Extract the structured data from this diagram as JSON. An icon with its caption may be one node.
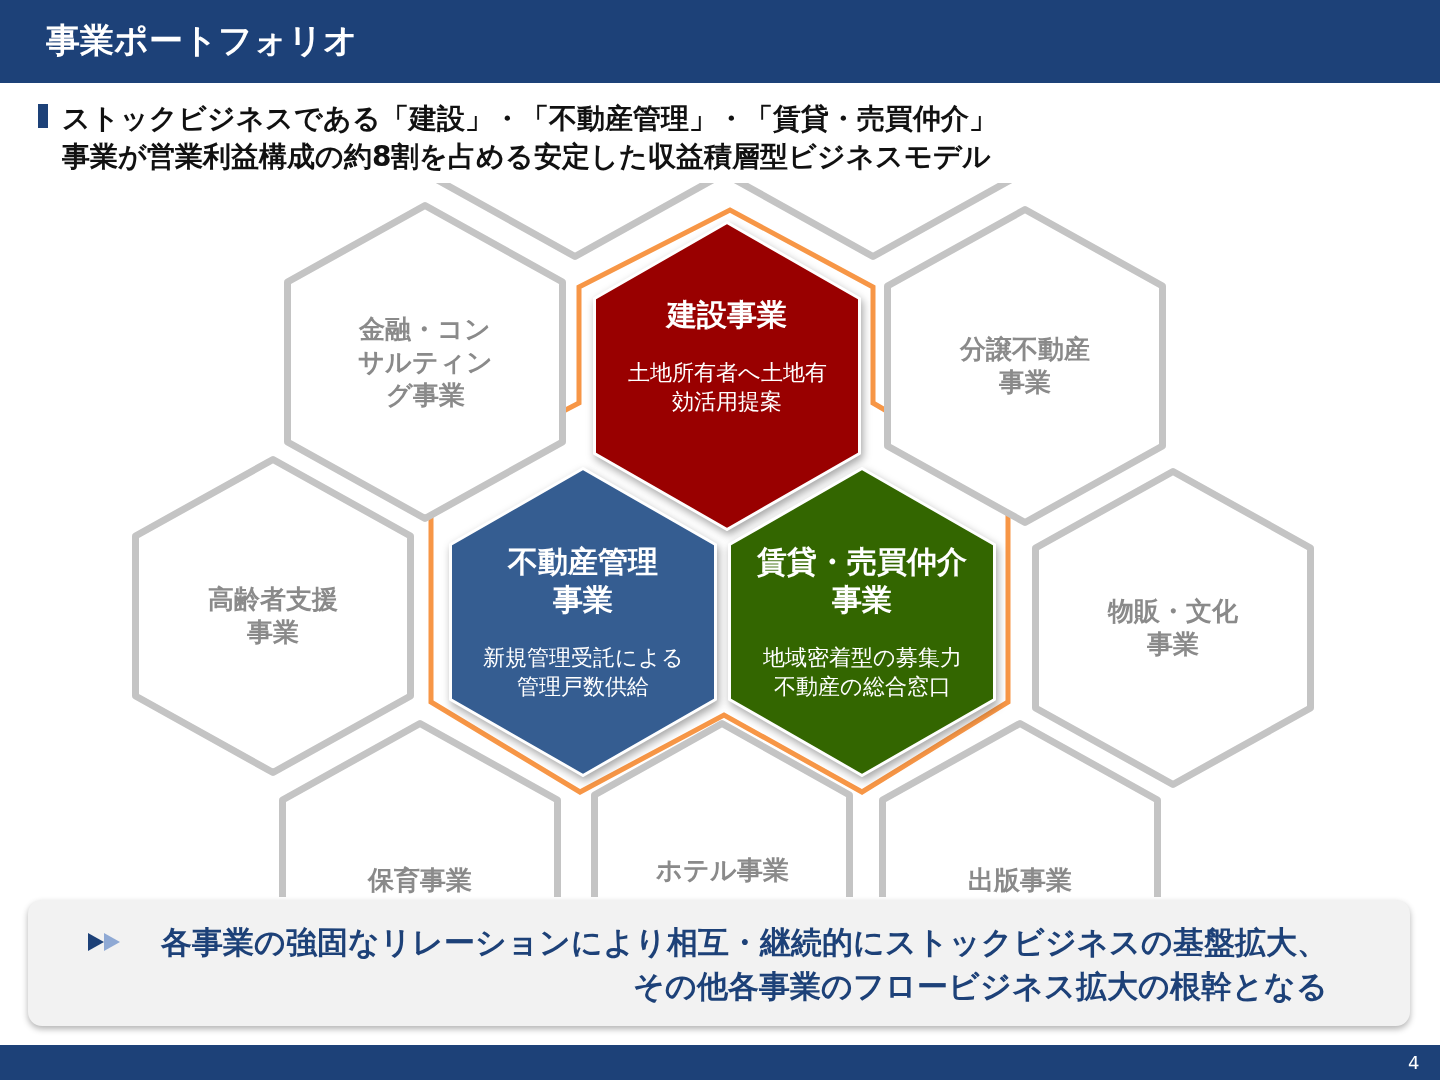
{
  "diagram": {
    "title": "事業ポートフォリオ",
    "nodes": [
      {
        "text": [],
        "shape": "hexagon"
      },
      {
        "text": [],
        "shape": "hexagon"
      },
      {
        "text": [
          "金融・コンサルティング事業"
        ]
      },
      {
        "text": [
          "建設事業",
          "土地所有者へ土地有効活用提案"
        ]
      },
      {
        "text": [
          "分譲不動産事業"
        ]
      },
      {
        "text": [
          "高齢者支援事業"
        ]
      },
      {
        "text": [
          "不動産管理事業",
          "新規管理受託による管理戸数供給"
        ]
      },
      {
        "text": [
          "賃貸・売買仲介事業",
          "地域密着型の募集力不動産の総合窓口"
        ]
      },
      {
        "text": [
          "物販・文化事業"
        ]
      },
      {
        "text": [
          "保育事業"
        ]
      },
      {
        "text": [
          "ホテル事業"
        ]
      },
      {
        "text": [
          "出版事業"
        ]
      }
    ],
    "labels": [
      "ストックビジネスである「建設」・「不動産管理」・「賃貸・売買仲介」事業が営業利益構成の約8割を占める安定した収益積層型ビジネスモデル",
      "各事業の強固なリレーションにより相互・継続的にストックビジネスの基盤拡大、その他各事業のフロービジネス拡大の根幹となる",
      "4"
    ]
  }
}
